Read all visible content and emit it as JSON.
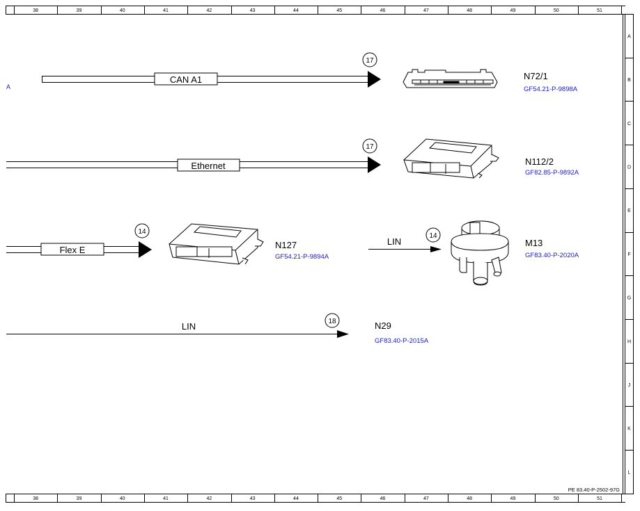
{
  "grid": {
    "columns": [
      "38",
      "39",
      "40",
      "41",
      "42",
      "43",
      "44",
      "45",
      "46",
      "47",
      "48",
      "49",
      "50",
      "51"
    ],
    "rows": [
      "A",
      "B",
      "C",
      "D",
      "E",
      "F",
      "G",
      "H",
      "J",
      "K",
      "L"
    ]
  },
  "left_ref": "A",
  "buses": [
    {
      "id": "can",
      "label": "CAN A1",
      "marker": "17"
    },
    {
      "id": "eth",
      "label": "Ethernet",
      "marker": "17"
    },
    {
      "id": "flex",
      "label": "Flex E",
      "marker": "14"
    },
    {
      "id": "lin1",
      "label": "LIN",
      "marker": "14"
    },
    {
      "id": "lin2",
      "label": "LIN",
      "marker": "18"
    }
  ],
  "components": [
    {
      "id": "n72",
      "name": "N72/1",
      "ref": "GF54.21-P-9898A"
    },
    {
      "id": "n112",
      "name": "N112/2",
      "ref": "GF82.85-P-9892A"
    },
    {
      "id": "n127",
      "name": "N127",
      "ref": "GF54.21-P-9894A"
    },
    {
      "id": "m13",
      "name": "M13",
      "ref": "GF83.40-P-2020A"
    },
    {
      "id": "n29",
      "name": "N29",
      "ref": "GF83.40-P-2015A"
    }
  ],
  "doc_id": "PE 83.40-P-2502-97G",
  "colors": {
    "ref": "#1a1acc",
    "line": "#000000"
  }
}
